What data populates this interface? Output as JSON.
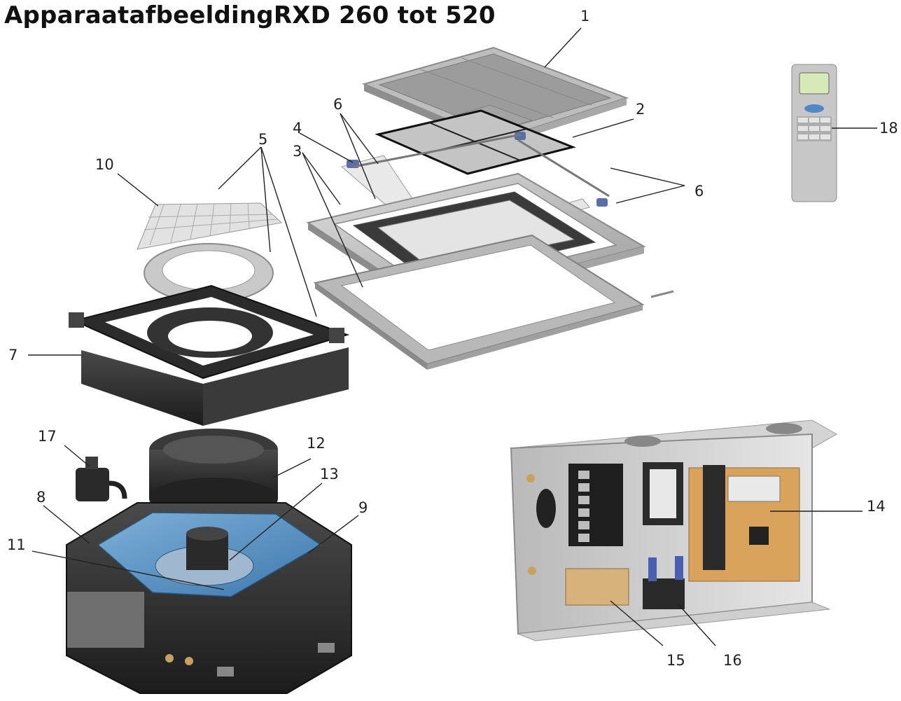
{
  "title": "ApparaatafbeeldingRXD 260 tot 520",
  "callouts": {
    "c1": "1",
    "c2": "2",
    "c3": "3",
    "c4": "4",
    "c5": "5",
    "c6a": "6",
    "c6b": "6",
    "c7": "7",
    "c8": "8",
    "c9": "9",
    "c10": "10",
    "c11": "11",
    "c12": "12",
    "c13": "13",
    "c14": "14",
    "c15": "15",
    "c16": "16",
    "c17": "17",
    "c18": "18"
  }
}
